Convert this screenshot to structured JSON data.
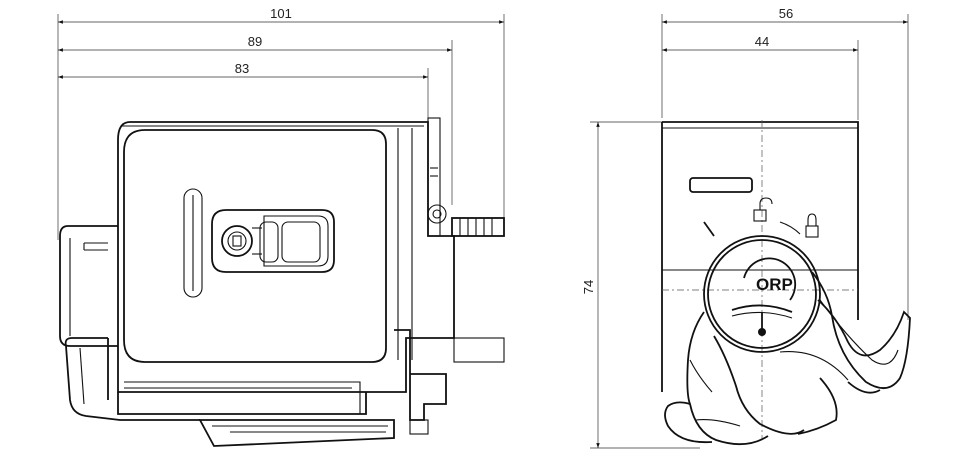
{
  "dimensions": {
    "side_view": {
      "overall_length": "101",
      "middle_length": "89",
      "body_length": "83"
    },
    "front_view": {
      "width": "56",
      "inner_width": "44",
      "height": "74"
    }
  },
  "labels": {
    "brand_logo": "ORP"
  },
  "colors": {
    "line": "#111111",
    "background": "#ffffff"
  }
}
